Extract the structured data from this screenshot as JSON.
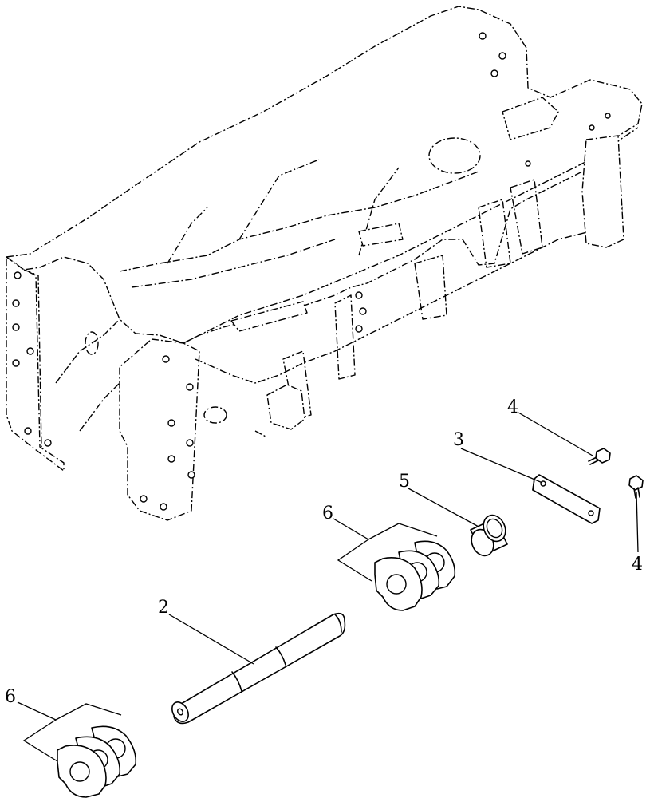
{
  "callouts": {
    "shaft": "2",
    "plate": "3",
    "bolt_upper": "4",
    "bolt_lower": "4",
    "bushing": "5",
    "shim_group_upper": "6",
    "shim_group_lower": "6"
  }
}
